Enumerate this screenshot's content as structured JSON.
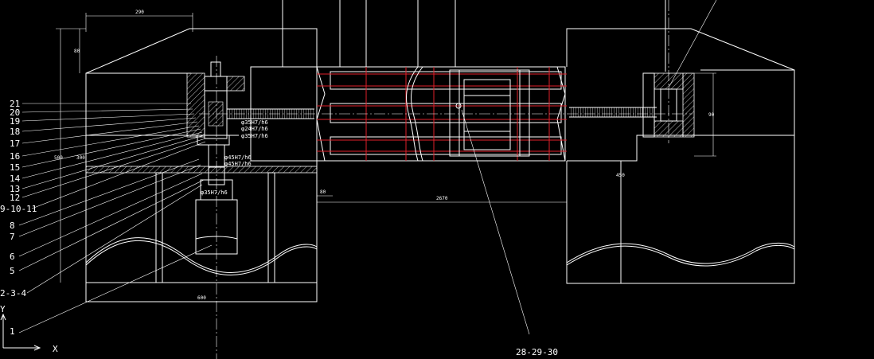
{
  "drawing": {
    "part_labels_left": [
      "21",
      "20",
      "19",
      "18",
      "17",
      "16",
      "15",
      "14",
      "13",
      "12",
      "9-10-11",
      "8",
      "7",
      "6",
      "5",
      "2-3-4",
      "1"
    ],
    "part_label_bottom": "28-29-30",
    "fit_labels": [
      "φ35H7/h6",
      "φ24H7/h6",
      "φ35H7/h6",
      "φ45H7/h6",
      "φ45H7/h6",
      "φ35H7/h6"
    ],
    "axis": {
      "x_label": "X",
      "y_label": "Y"
    },
    "dimensions": [
      "290",
      "80",
      "500",
      "90",
      "2670",
      "600",
      "450",
      "80",
      "300"
    ]
  },
  "colors": {
    "background": "#000000",
    "line": "#ffffff",
    "guide": "#e0202a"
  }
}
